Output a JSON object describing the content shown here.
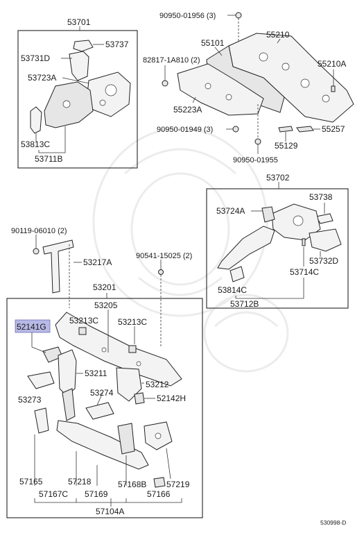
{
  "parts": {
    "p53701": "53701",
    "p53737": "53737",
    "p53731D": "53731D",
    "p53723A": "53723A",
    "p53813C": "53813C",
    "p53711B": "53711B",
    "p90950_01956": "90950-01956 (3)",
    "p55101": "55101",
    "p55210": "55210",
    "p82817": "82817-1A810 (2)",
    "p55210A": "55210A",
    "p55223A": "55223A",
    "p90950_01949": "90950-01949 (3)",
    "p55257": "55257",
    "p55129": "55129",
    "p90950_01955": "90950-01955",
    "p53702": "53702",
    "p53738": "53738",
    "p53724A": "53724A",
    "p53732D": "53732D",
    "p53714C": "53714C",
    "p53814C": "53814C",
    "p53712B": "53712B",
    "p90119": "90119-06010 (2)",
    "p53217A": "53217A",
    "p90541": "90541-15025 (2)",
    "p53201": "53201",
    "p53205": "53205",
    "p52141G": "52141G",
    "p53213C_a": "53213C",
    "p53213C_b": "53213C",
    "p53211": "53211",
    "p53212": "53212",
    "p53273": "53273",
    "p53274": "53274",
    "p52142H": "52142H",
    "p57165": "57165",
    "p57218": "57218",
    "p57168B": "57168B",
    "p57219": "57219",
    "p57167C": "57167C",
    "p57169": "57169",
    "p57166": "57166",
    "p57104A": "57104A"
  },
  "diagram_ref": "530998-D",
  "colors": {
    "highlight": "#b8b9e6",
    "line": "#222222"
  }
}
